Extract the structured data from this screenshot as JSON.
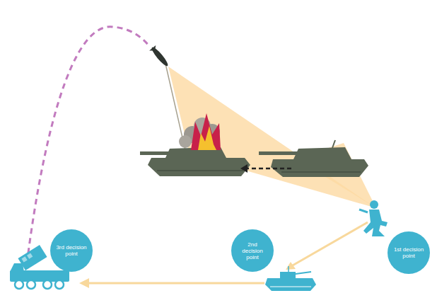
{
  "diagram": {
    "nodes": [
      {
        "text": [
          "1st decision point"
        ]
      },
      {
        "text": [
          "2nd decision point"
        ]
      },
      {
        "text": [
          "3rd decision point"
        ]
      }
    ]
  }
}
